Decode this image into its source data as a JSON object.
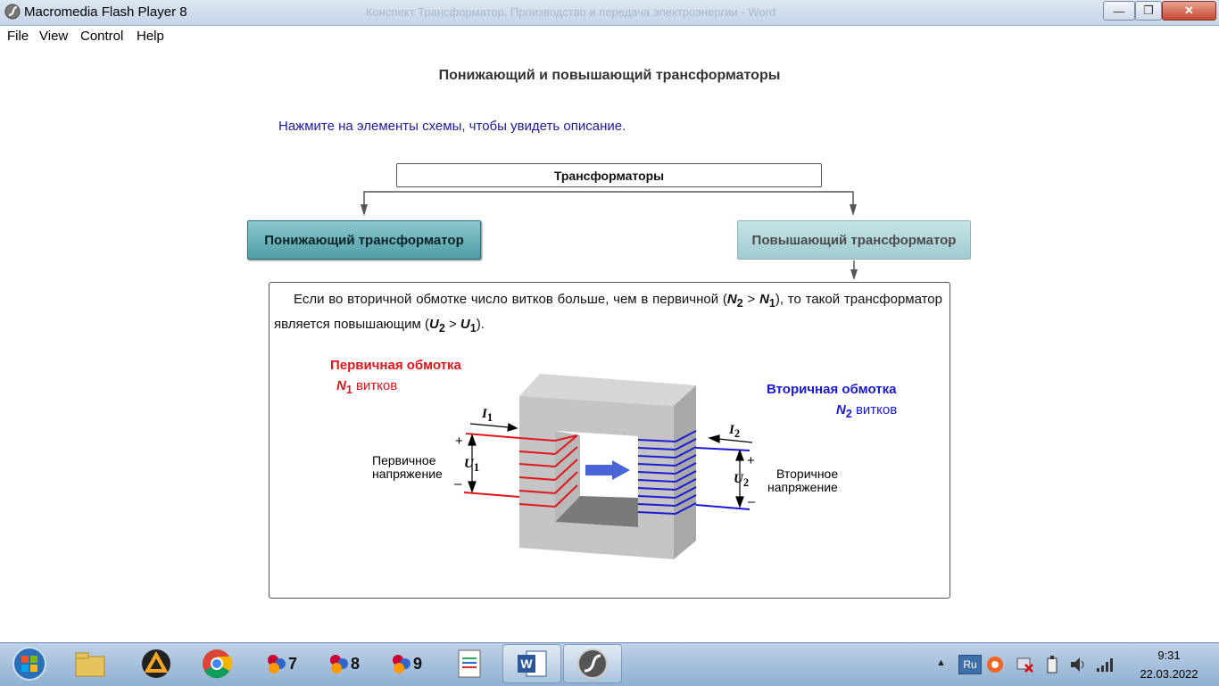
{
  "window": {
    "title": "Macromedia Flash Player 8",
    "background_title": "Конспект Трансформатор. Производство и передача электроэнергии - Word",
    "buttons": {
      "minimize": "—",
      "maximize": "❐",
      "close": "✕"
    }
  },
  "menu": [
    "File",
    "View",
    "Control",
    "Help"
  ],
  "content": {
    "page_title": "Понижающий и повышающий трансформаторы",
    "instruction": "Нажмите на элементы схемы, чтобы увидеть описание.",
    "root_box": "Трансформаторы",
    "step_down_button": "Понижающий трансформатор",
    "step_up_button": "Повышающий трансформатор",
    "description": {
      "p1": "Если во вторичной обмотке число витков больше, чем в первичной (",
      "n2": "N",
      "n2_sub": "2",
      "gt1": " > ",
      "n1": "N",
      "n1_sub": "1",
      "p2": "), то такой трансформатор является повышающим (",
      "u2": "U",
      "u2_sub": "2",
      "gt2": " > ",
      "u1": "U",
      "u1_sub": "1",
      "p3": ")."
    },
    "diagram": {
      "primary_winding_title": "Первичная обмотка",
      "primary_n": "N",
      "primary_n_sub": "1",
      "primary_turns": " витков",
      "secondary_winding_title": "Вторичная обмотка",
      "secondary_n": "N",
      "secondary_n_sub": "2",
      "secondary_turns": " витков",
      "i1": "I",
      "i1_sub": "1",
      "i2": "I",
      "i2_sub": "2",
      "u1": "U",
      "u1_sub": "1",
      "u2": "U",
      "u2_sub": "2",
      "plus": "+",
      "minus": "–",
      "primary_voltage_line1": "Первичное",
      "primary_voltage_line2": "напряжение",
      "secondary_voltage_line1": "Вторичное",
      "secondary_voltage_line2": "напряжение"
    },
    "colors": {
      "primary": "#e0161b",
      "secondary": "#1a1ad6",
      "button_active": "#5ea9b0",
      "instruction": "#1d1ba8"
    }
  },
  "taskbar": {
    "items": [
      "start-orb",
      "file-explorer",
      "aimp",
      "chrome",
      "app-7",
      "app-8",
      "app-9",
      "notepad",
      "word",
      "flash-player"
    ],
    "app7_label": "7",
    "app8_label": "8",
    "app9_label": "9",
    "language": "Ru",
    "time": "9:31",
    "date": "22.03.2022"
  }
}
